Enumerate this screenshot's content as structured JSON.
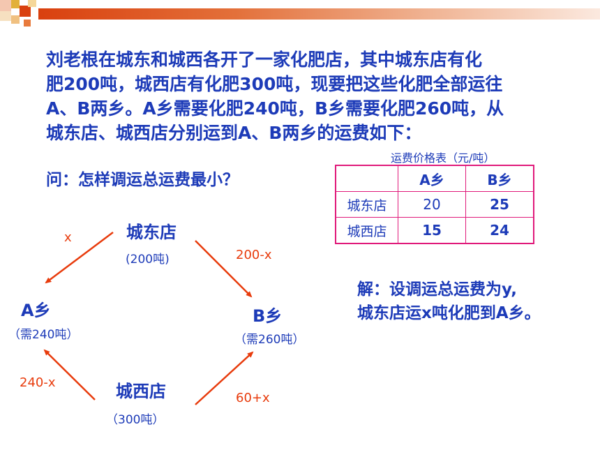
{
  "colors": {
    "text_blue": "#1d3bb8",
    "arrow_red": "#e83b0c",
    "table_border": "#e0197a",
    "header_orange": "#d9400e"
  },
  "problem_lines": [
    "刘老根在城东和城西各开了一家化肥店，其中城东店有化",
    "肥200吨，城西店有化肥300吨，现要把这些化肥全部运往",
    "A、B两乡。A乡需要化肥240吨，B乡需要化肥260吨，从",
    "城东店、城西店分别运到A、B两乡的运费如下："
  ],
  "question": "问：怎样调运总运费最小？",
  "price_table": {
    "caption": "运费价格表（元/吨）",
    "header": [
      "",
      "A乡",
      "B乡"
    ],
    "rows": [
      {
        "label": "城东店",
        "a": "20",
        "b": "25"
      },
      {
        "label": "城西店",
        "a": "15",
        "b": "24"
      }
    ]
  },
  "diagram": {
    "east_store": {
      "title": "城东店",
      "sub": "(200吨)"
    },
    "west_store": {
      "title": "城西店",
      "sub": "（300吨）"
    },
    "town_a": {
      "title": "A乡",
      "sub": "（需240吨）"
    },
    "town_b": {
      "title": "B乡",
      "sub": "（需260吨）"
    },
    "flows": {
      "east_to_a": "x",
      "east_to_b": "200-x",
      "west_to_a": "240-x",
      "west_to_b": "60+x"
    }
  },
  "solution_lines": [
    "解：设调运总运费为y,",
    "城东店运x吨化肥到A乡。"
  ]
}
